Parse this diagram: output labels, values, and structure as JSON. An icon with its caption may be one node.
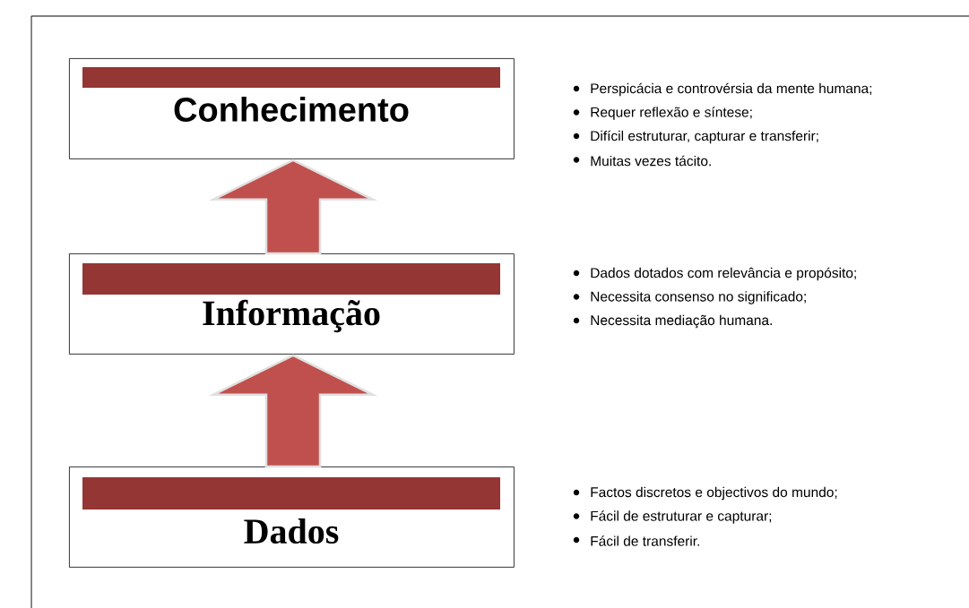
{
  "diagram": {
    "nodes": [
      {
        "text": [
          "Conhecimento"
        ],
        "beside": [
          "Perspicácia e controvérsia da mente humana;",
          "Requer reflexão e síntese;",
          "Difícil estruturar, capturar e transferir;",
          "Muitas vezes tácito."
        ]
      },
      {
        "text": [
          "Informação"
        ],
        "beside": [
          "Dados dotados com relevância e propósito;",
          "Necessita consenso no significado;",
          "Necessita mediação humana."
        ]
      },
      {
        "text": [
          "Dados"
        ],
        "beside": [
          "Factos discretos e objectivos do mundo;",
          "Fácil de estruturar e capturar;",
          "Fácil de transferir."
        ]
      }
    ],
    "edges": [
      {
        "from": 2,
        "to": 1,
        "arrow": "to"
      },
      {
        "from": 1,
        "to": 0,
        "arrow": "to"
      }
    ]
  }
}
